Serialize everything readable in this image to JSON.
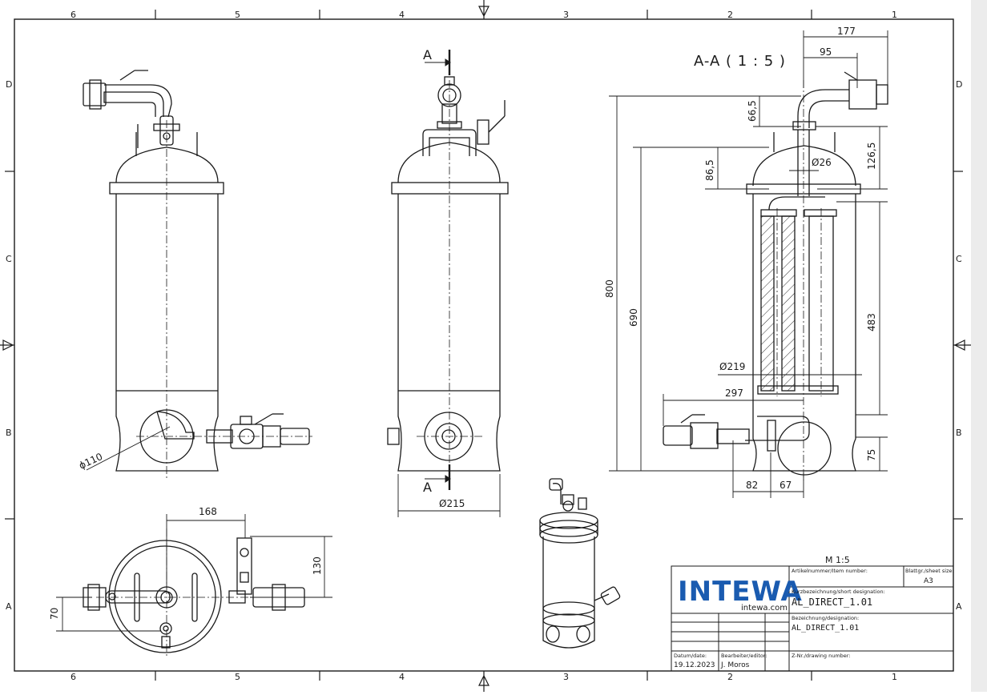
{
  "sheet": {
    "zones_horizontal": [
      "6",
      "5",
      "4",
      "3",
      "2",
      "1"
    ],
    "zones_vertical": [
      "D",
      "C",
      "B",
      "A"
    ]
  },
  "section": {
    "label": "A-A ( 1 : 5 )",
    "cut_label": "A",
    "cut_label_bottom": "A"
  },
  "dimensions": {
    "d110": "ϕ110",
    "d215": "Ø215",
    "w168": "168",
    "h130": "130",
    "h70": "70",
    "w177": "177",
    "w95": "95",
    "h66_5": "66,5",
    "h86_5": "86,5",
    "d26": "Ø26",
    "h126_5": "126,5",
    "h800": "800",
    "h690": "690",
    "h483": "483",
    "d219": "Ø219",
    "w297": "297",
    "h75": "75",
    "w82": "82",
    "w67": "67"
  },
  "title_block": {
    "scale": "M 1:5",
    "logo_text": "INTEWA",
    "logo_url": "intewa.com",
    "item_number_label": "Artikelnummer/Item number:",
    "sheet_size_label": "Blattgr./sheet size:",
    "sheet_size_value": "A3",
    "short_designation_label": "Kurzbezeichnung/short designation:",
    "short_designation_value": "AL_DIRECT_1.01",
    "designation_label": "Bezeichnung/designation:",
    "designation_value": "AL_DIRECT_1.01",
    "date_label": "Datum/date:",
    "date_value": "19.12.2023",
    "editor_label": "Bearbeiter/editor:",
    "editor_value": "J. Moros",
    "drawing_number_label": "Z-Nr./drawing number:"
  },
  "colors": {
    "line": "#1a1a1a",
    "logo": "#1a5bb0",
    "hatch": "#333333"
  }
}
